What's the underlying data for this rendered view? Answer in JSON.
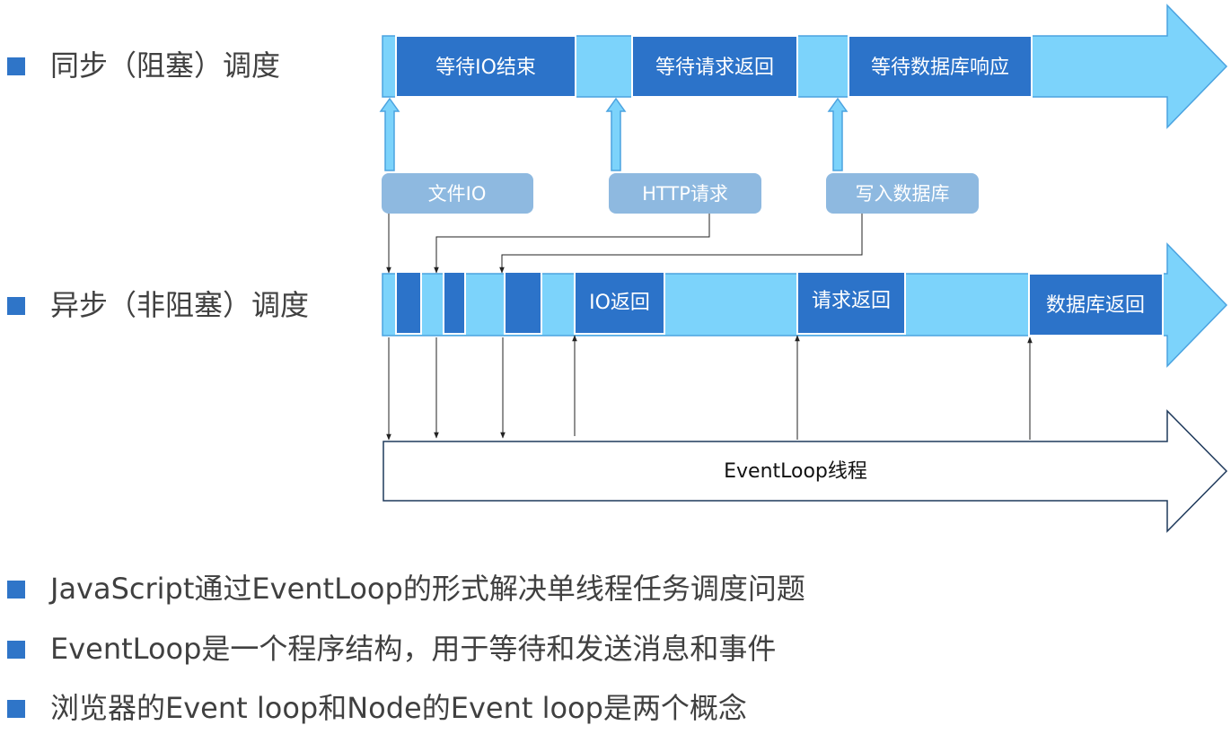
{
  "colors": {
    "bullet": "#2F75C8",
    "arrow_fill": "#7CD3FB",
    "arrow_stroke": "#4BA3E0",
    "block": "#2C73C9",
    "bubble": "#8EB9E0",
    "text": "#404040"
  },
  "sync": {
    "title": "同步（阻塞）调度"
  },
  "async": {
    "title": "异步（非阻塞）调度"
  },
  "sync_blocks": [
    "等待IO结束",
    "等待请求返回",
    "等待数据库响应"
  ],
  "callouts": [
    "文件IO",
    "HTTP请求",
    "写入数据库"
  ],
  "async_blocks": [
    "IO返回",
    "请求返回",
    "数据库返回"
  ],
  "event_loop": {
    "label": "EventLoop线程"
  },
  "bullets": [
    "JavaScript通过EventLoop的形式解决单线程任务调度问题",
    "EventLoop是一个程序结构，用于等待和发送消息和事件",
    "浏览器的Event loop和Node的Event loop是两个概念"
  ]
}
